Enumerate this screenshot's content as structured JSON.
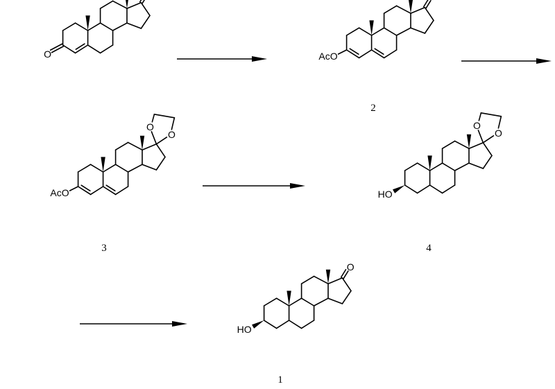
{
  "compounds": [
    {
      "id": "start",
      "number": "",
      "ketone_17": true,
      "ketal_17": false,
      "c3": "enone",
      "b_ring_double_bond": false
    },
    {
      "id": "cmpd2",
      "number": "2",
      "ketone_17": true,
      "ketal_17": false,
      "c3": "enol-acetate",
      "b_ring_double_bond": true
    },
    {
      "id": "cmpd3",
      "number": "3",
      "ketone_17": false,
      "ketal_17": true,
      "c3": "enol-acetate",
      "b_ring_double_bond": true
    },
    {
      "id": "cmpd4",
      "number": "4",
      "ketone_17": false,
      "ketal_17": true,
      "c3": "beta-hydroxyl",
      "b_ring_double_bond": false
    },
    {
      "id": "cmpd1",
      "number": "1",
      "ketone_17": true,
      "ketal_17": false,
      "c3": "beta-hydroxyl",
      "b_ring_double_bond": false
    }
  ],
  "atom_labels": {
    "oxygen": "O",
    "acetoxy": "AcO",
    "hydroxyl": "HO"
  },
  "arrows": [
    {
      "from": "start",
      "to": "cmpd2"
    },
    {
      "from": "cmpd2",
      "to": "cmpd3"
    },
    {
      "from": "cmpd3",
      "to": "cmpd4"
    },
    {
      "from": "cmpd4",
      "to": "cmpd1"
    }
  ]
}
